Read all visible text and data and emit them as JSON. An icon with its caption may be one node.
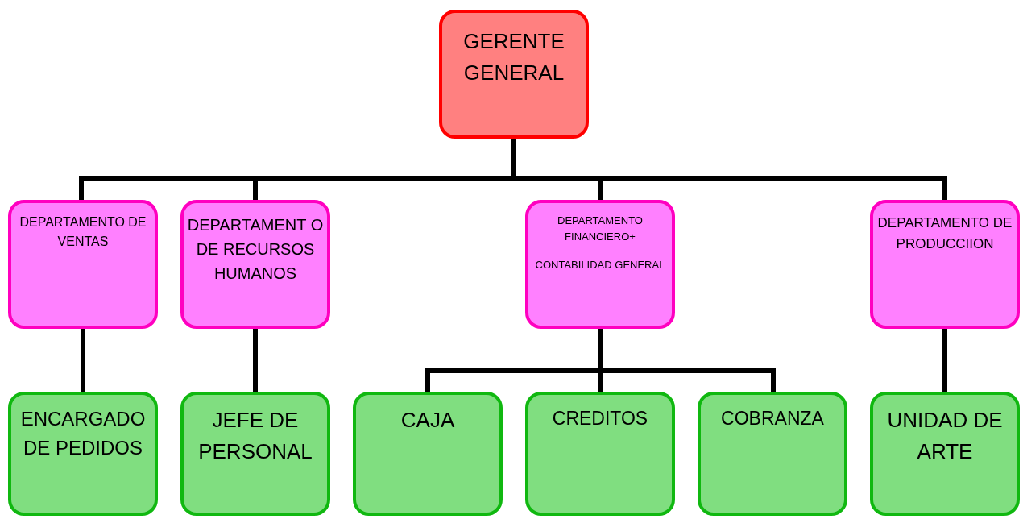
{
  "diagram": {
    "nodes": [
      {
        "text": [
          "GERENTE GENERAL"
        ]
      },
      {
        "text": [
          "DEPARTAMENTO DE VENTAS"
        ]
      },
      {
        "text": [
          "DEPARTAMENT O DE RECURSOS HUMANOS"
        ]
      },
      {
        "text": [
          "DEPARTAMENTO FINANCIERO+",
          "CONTABILIDAD GENERAL"
        ]
      },
      {
        "text": [
          "DEPARTAMENTO DE PRODUCCIION"
        ]
      },
      {
        "text": [
          "ENCARGADO DE PEDIDOS"
        ]
      },
      {
        "text": [
          "JEFE DE PERSONAL"
        ]
      },
      {
        "text": [
          "CAJA"
        ]
      },
      {
        "text": [
          "CREDITOS"
        ]
      },
      {
        "text": [
          "COBRANZA"
        ]
      },
      {
        "text": [
          "UNIDAD DE ARTE"
        ]
      }
    ],
    "edges": [
      {
        "from": 0,
        "to": 1,
        "arrow": "none"
      },
      {
        "from": 0,
        "to": 2,
        "arrow": "none"
      },
      {
        "from": 0,
        "to": 3,
        "arrow": "none"
      },
      {
        "from": 0,
        "to": 4,
        "arrow": "none"
      },
      {
        "from": 1,
        "to": 5,
        "arrow": "none"
      },
      {
        "from": 2,
        "to": 6,
        "arrow": "none"
      },
      {
        "from": 3,
        "to": 7,
        "arrow": "none"
      },
      {
        "from": 3,
        "to": 8,
        "arrow": "none"
      },
      {
        "from": 3,
        "to": 9,
        "arrow": "none"
      },
      {
        "from": 4,
        "to": 10,
        "arrow": "none"
      }
    ]
  }
}
